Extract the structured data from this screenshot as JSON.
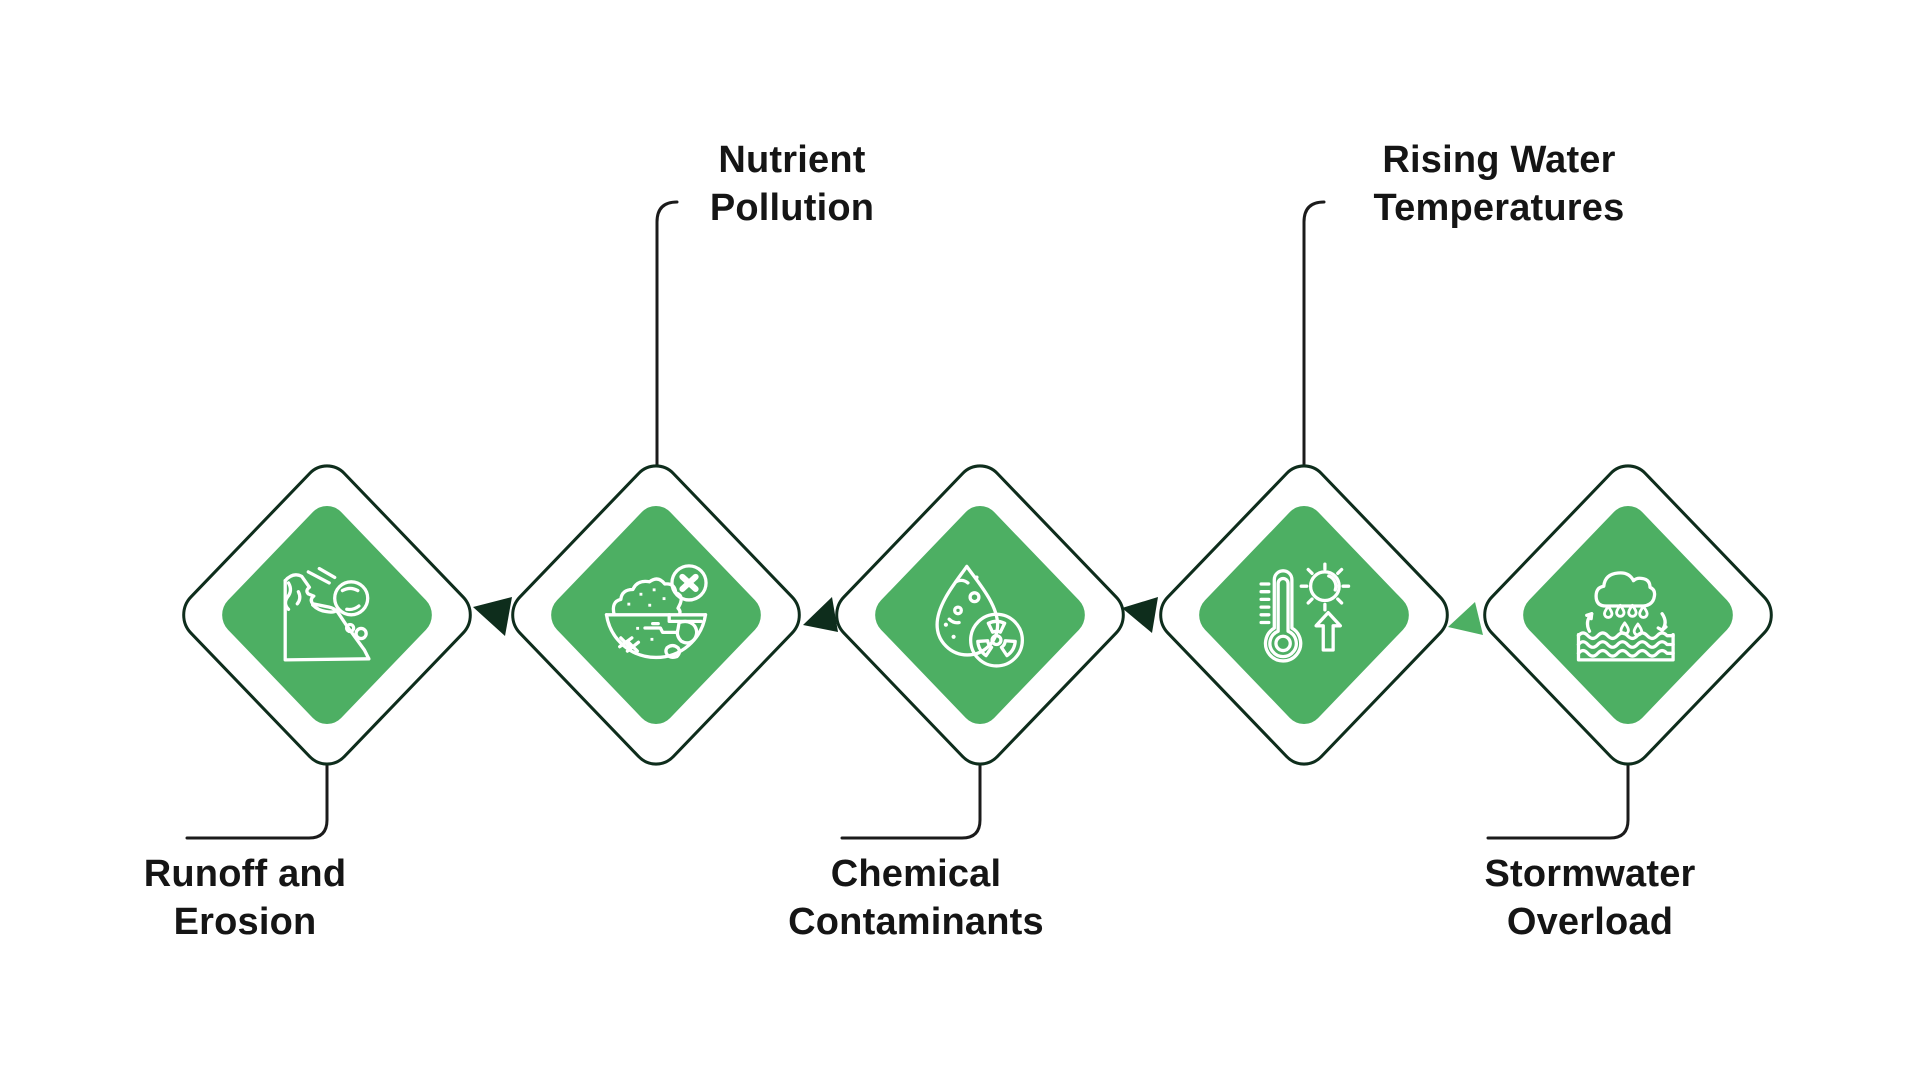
{
  "colors": {
    "background": "#FFFFFF",
    "diamond_fill_green": "#4DAF63",
    "diamond_outline_dark_green": "#0E2D1C",
    "connector_line": "#1B1B1B",
    "arrow_dark": "#0E2D1C",
    "arrow_green": "#4DAF63",
    "label_text": "#151515",
    "icon_stroke": "#FFFFFF"
  },
  "steps": [
    {
      "label": "Runoff and Erosion",
      "lines": [
        "Runoff and",
        "Erosion"
      ],
      "label_position": "bottom",
      "icon": "runoff-erosion-icon"
    },
    {
      "label": "Nutrient Pollution",
      "lines": [
        "Nutrient",
        "Pollution"
      ],
      "label_position": "top",
      "icon": "nutrient-pollution-icon"
    },
    {
      "label": "Chemical Contaminants",
      "lines": [
        "Chemical",
        "Contaminants"
      ],
      "label_position": "bottom",
      "icon": "chemical-contaminants-icon"
    },
    {
      "label": "Rising Water Temperatures",
      "lines": [
        "Rising Water",
        "Temperatures"
      ],
      "label_position": "top",
      "icon": "rising-water-temperatures-icon"
    },
    {
      "label": "Stormwater Overload",
      "lines": [
        "Stormwater",
        "Overload"
      ],
      "label_position": "bottom",
      "icon": "stormwater-overload-icon"
    }
  ],
  "arrows": [
    {
      "from": "Runoff and Erosion",
      "to": "Nutrient Pollution",
      "color": "#0E2D1C"
    },
    {
      "from": "Nutrient Pollution",
      "to": "Chemical Contaminants",
      "color": "#0E2D1C"
    },
    {
      "from": "Chemical Contaminants",
      "to": "Rising Water Temperatures",
      "color": "#0E2D1C"
    },
    {
      "from": "Rising Water Temperatures",
      "to": "Stormwater Overload",
      "color": "#4DAF63"
    }
  ]
}
